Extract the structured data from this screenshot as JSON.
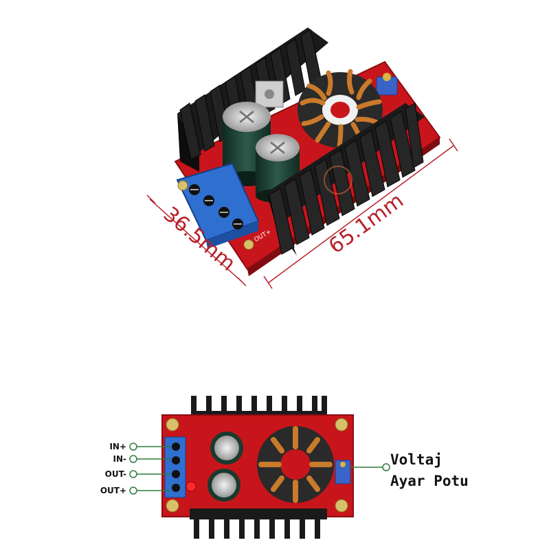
{
  "top_view": {
    "width_dimension": "65.1mm",
    "height_dimension": "36.5mm",
    "pcb_marking": "OUT+"
  },
  "bottom_view": {
    "pin_labels": [
      "IN+",
      "IN-",
      "OUT-",
      "OUT+"
    ],
    "pot_label_line1": "Voltaj",
    "pot_label_line2": "Ayar Potu"
  },
  "colors": {
    "pcb_red": "#c8151b",
    "heatsink_black": "#1a1a1a",
    "terminal_blue": "#2f6fd0",
    "dimension_red": "#b8202a",
    "pin_green": "#2f7a3a",
    "copper": "#c97a2a"
  }
}
